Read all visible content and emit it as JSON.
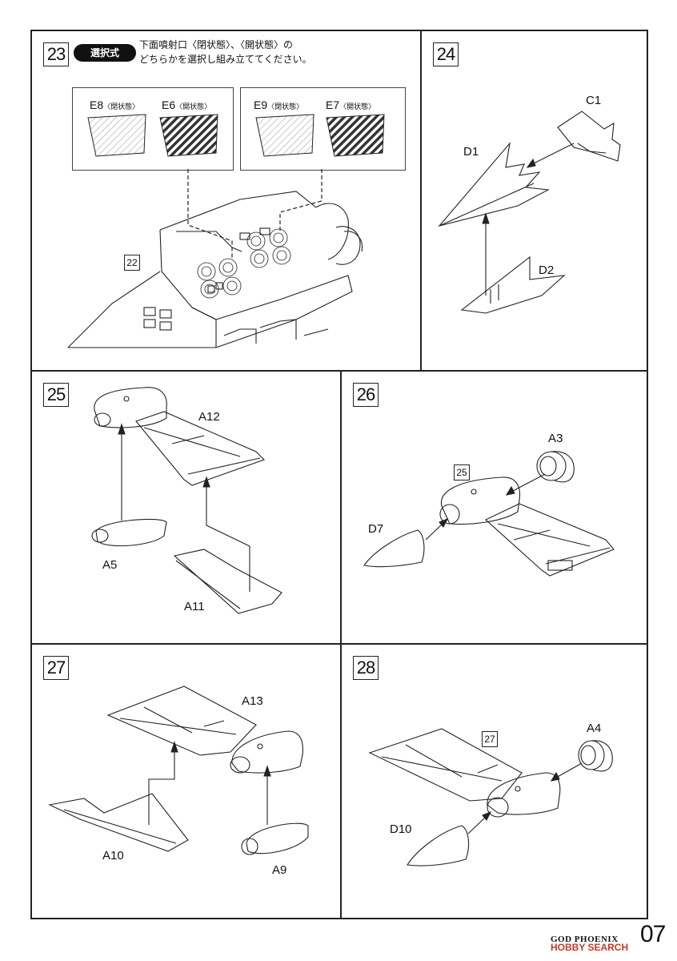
{
  "steps": {
    "s23": {
      "number": "23",
      "badge": "選択式",
      "instruction_line1": "下面噴射口〈閉状態〉、〈開状態〉の",
      "instruction_line2": "どちらかを選択し組み立ててください。",
      "options": [
        {
          "part": "E8",
          "state": "〈閉状態〉"
        },
        {
          "part": "E6",
          "state": "〈開状態〉"
        },
        {
          "part": "E9",
          "state": "〈閉状態〉"
        },
        {
          "part": "E7",
          "state": "〈開状態〉"
        }
      ],
      "ref": "22"
    },
    "s24": {
      "number": "24",
      "parts": [
        "C1",
        "D1",
        "D2"
      ]
    },
    "s25": {
      "number": "25",
      "parts": [
        "A12",
        "A5",
        "A11"
      ]
    },
    "s26": {
      "number": "26",
      "parts": [
        "A3",
        "D7"
      ],
      "ref": "25"
    },
    "s27": {
      "number": "27",
      "parts": [
        "A13",
        "A10",
        "A9"
      ]
    },
    "s28": {
      "number": "28",
      "parts": [
        "A4",
        "D10"
      ],
      "ref": "27"
    }
  },
  "footer": {
    "title": "GOD PHOENIX",
    "page": "07",
    "watermark": "HOBBY SEARCH"
  }
}
